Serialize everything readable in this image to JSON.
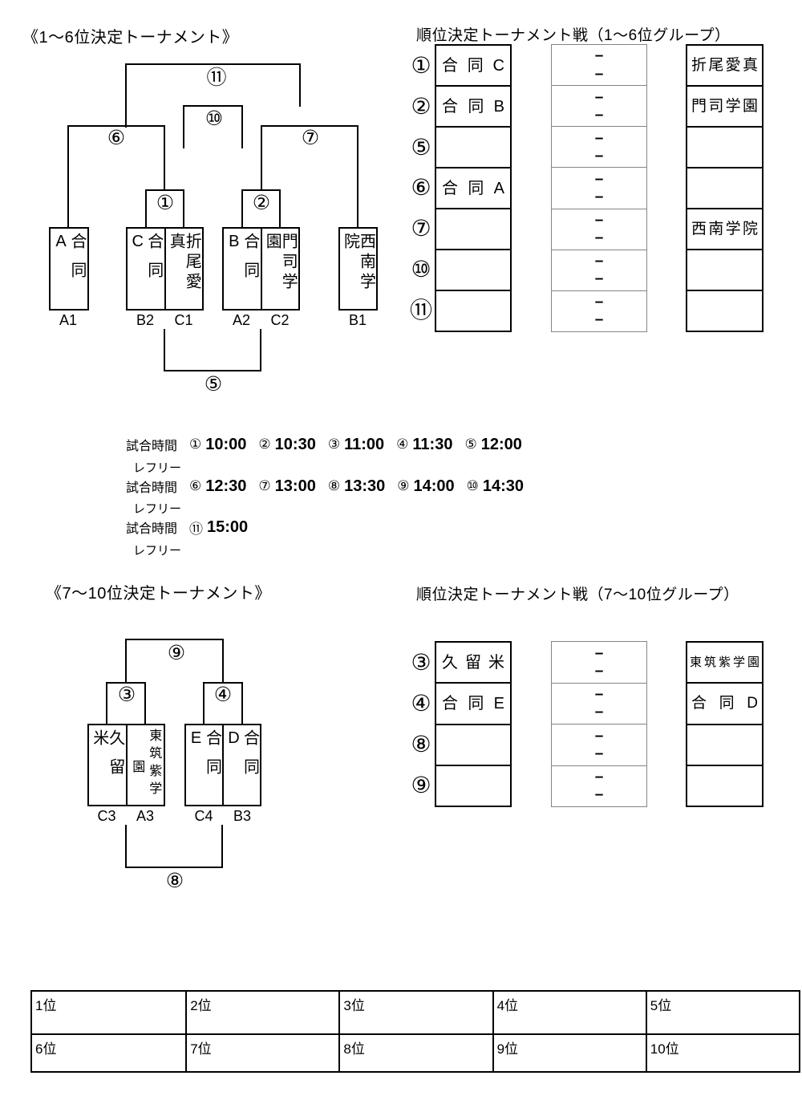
{
  "marks": {
    "dash": "–"
  },
  "bracket1": {
    "title": "《1〜6位決定トーナメント》",
    "match_labels": {
      "m1": "①",
      "m2": "②",
      "m5": "⑤",
      "m6": "⑥",
      "m7": "⑦",
      "m10": "⑩",
      "m11": "⑪"
    },
    "teams": [
      {
        "name": "合同A",
        "seed": "A1"
      },
      {
        "name": "合同C",
        "seed": "B2"
      },
      {
        "name": "折尾愛真",
        "seed": "C1"
      },
      {
        "name": "合同B",
        "seed": "A2"
      },
      {
        "name": "門司学園",
        "seed": "C2"
      },
      {
        "name": "西南学院",
        "seed": "B1"
      }
    ]
  },
  "group1": {
    "title": "順位決定トーナメント戦（1〜6位グループ）",
    "rows": [
      {
        "no": "①",
        "left": "合 同 C",
        "right": "折尾愛真"
      },
      {
        "no": "②",
        "left": "合 同 B",
        "right": "門司学園"
      },
      {
        "no": "⑤",
        "left": "",
        "right": ""
      },
      {
        "no": "⑥",
        "left": "合 同 A",
        "right": ""
      },
      {
        "no": "⑦",
        "left": "",
        "right": "西南学院"
      },
      {
        "no": "⑩",
        "left": "",
        "right": ""
      },
      {
        "no": "⑪",
        "left": "",
        "right": ""
      }
    ]
  },
  "schedule": {
    "time_label": "試合時間",
    "referee_label": "レフリー",
    "rows": [
      {
        "entries": [
          {
            "n": "①",
            "t": "10:00"
          },
          {
            "n": "②",
            "t": "10:30"
          },
          {
            "n": "③",
            "t": "11:00"
          },
          {
            "n": "④",
            "t": "11:30"
          },
          {
            "n": "⑤",
            "t": "12:00"
          }
        ]
      },
      {
        "entries": [
          {
            "n": "⑥",
            "t": "12:30"
          },
          {
            "n": "⑦",
            "t": "13:00"
          },
          {
            "n": "⑧",
            "t": "13:30"
          },
          {
            "n": "⑨",
            "t": "14:00"
          },
          {
            "n": "⑩",
            "t": "14:30"
          }
        ]
      },
      {
        "entries": [
          {
            "n": "⑪",
            "t": "15:00"
          }
        ]
      }
    ]
  },
  "bracket2": {
    "title": "《7〜10位決定トーナメント》",
    "match_labels": {
      "m3": "③",
      "m4": "④",
      "m8": "⑧",
      "m9": "⑨"
    },
    "teams": [
      {
        "name": "久留米",
        "seed": "C3"
      },
      {
        "col_right": "東筑紫学",
        "col_left": "園",
        "seed": "A3"
      },
      {
        "name": "合同E",
        "seed": "C4"
      },
      {
        "name": "合同D",
        "seed": "B3"
      }
    ]
  },
  "group2": {
    "title": "順位決定トーナメント戦（7〜10位グループ）",
    "rows": [
      {
        "no": "③",
        "left": "久 留 米",
        "right": "東筑紫学園"
      },
      {
        "no": "④",
        "left": "合 同 E",
        "right": "合 同 D"
      },
      {
        "no": "⑧",
        "left": "",
        "right": ""
      },
      {
        "no": "⑨",
        "left": "",
        "right": ""
      }
    ]
  },
  "ranking": {
    "cells": [
      "1位",
      "2位",
      "3位",
      "4位",
      "5位",
      "6位",
      "7位",
      "8位",
      "9位",
      "10位"
    ]
  }
}
